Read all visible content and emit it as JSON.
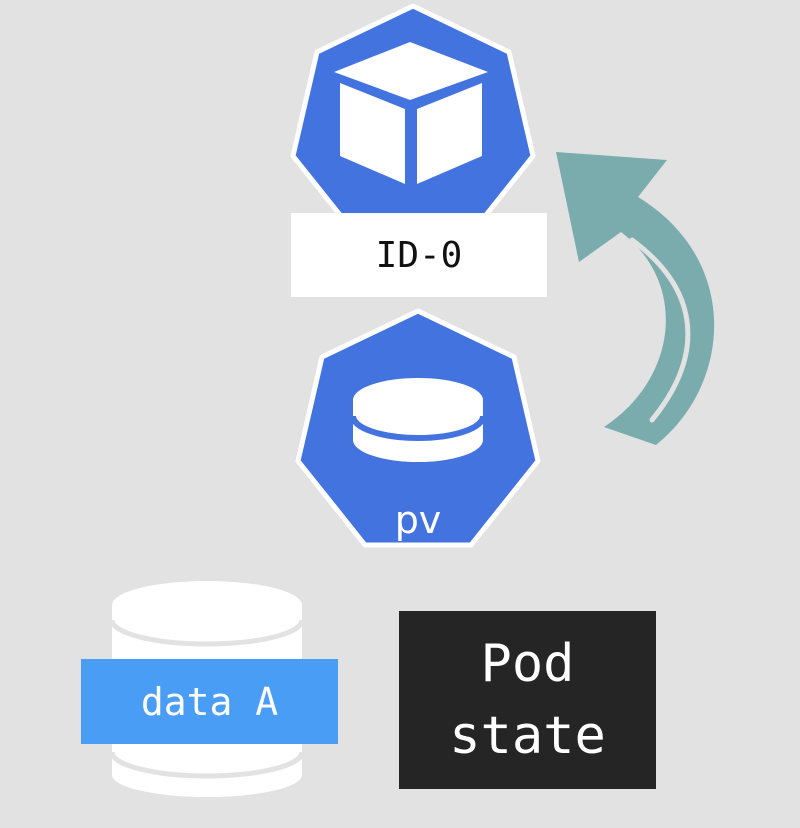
{
  "pod_node": {
    "icon": "kubernetes-pod-cube-icon",
    "color": "#4273de",
    "label": "ID-0"
  },
  "pv_node": {
    "icon": "persistent-volume-disk-icon",
    "color": "#4273de",
    "label": "pv"
  },
  "data_store": {
    "icon": "database-cylinder-icon",
    "label": "data A",
    "label_color": "#4a9df5"
  },
  "state_box": {
    "line1": "Pod",
    "line2": "state",
    "color": "#252525"
  },
  "arrow": {
    "icon": "curved-arrow-up-icon",
    "color": "#7aacad",
    "from": "pv",
    "to": "ID-0"
  }
}
